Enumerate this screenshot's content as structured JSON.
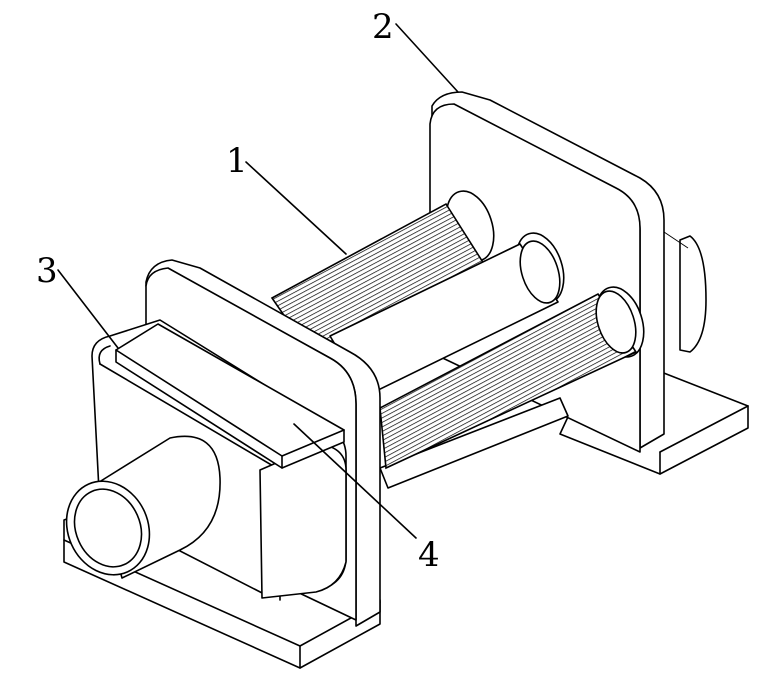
{
  "diagram": {
    "labels": [
      {
        "id": "1",
        "text": "1"
      },
      {
        "id": "2",
        "text": "2"
      },
      {
        "id": "3",
        "text": "3"
      },
      {
        "id": "4",
        "text": "4"
      }
    ]
  }
}
